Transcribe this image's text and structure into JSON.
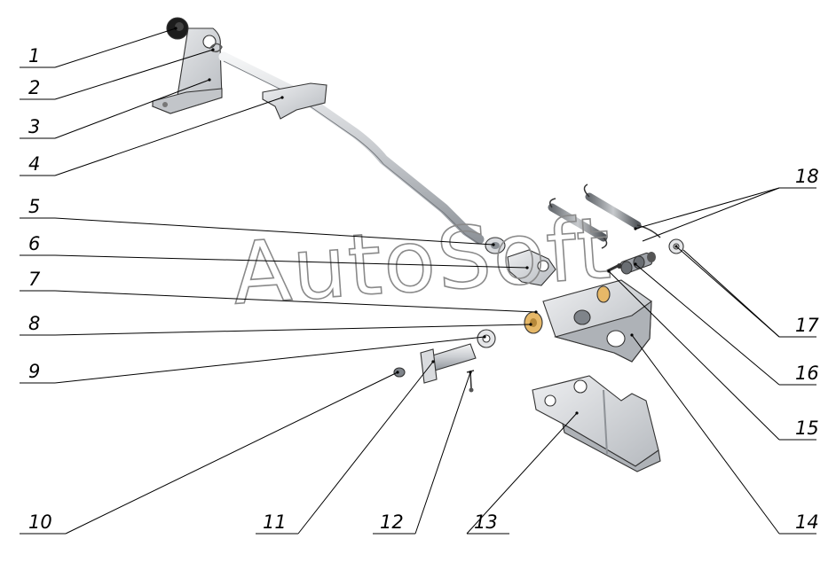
{
  "watermark": "AutoSoft",
  "colors": {
    "metal": "#d4d6d9",
    "metal_dark": "#9ea2a8",
    "bushing": "#e6b868",
    "knob": "#1c1c1c"
  },
  "callouts": [
    "1",
    "2",
    "3",
    "4",
    "5",
    "6",
    "7",
    "8",
    "9",
    "10",
    "11",
    "12",
    "13",
    "14",
    "15",
    "16",
    "17",
    "18"
  ]
}
